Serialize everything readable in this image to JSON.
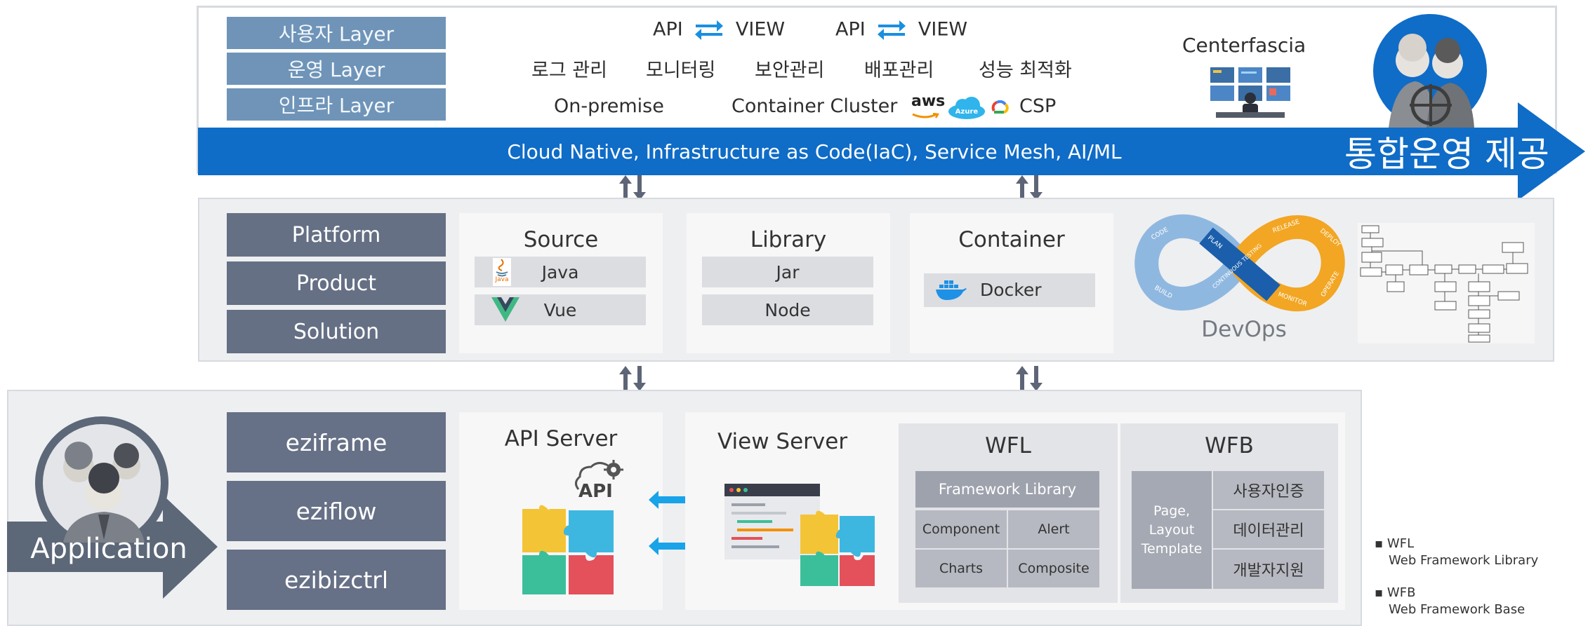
{
  "top": {
    "layers": [
      "사용자 Layer",
      "운영 Layer",
      "인프라 Layer"
    ],
    "api_view": [
      {
        "api": "API",
        "view": "VIEW"
      },
      {
        "api": "API",
        "view": "VIEW"
      }
    ],
    "mgmt_items": [
      "로그 관리",
      "모니터링",
      "보안관리",
      "배포관리",
      "성능 최적화"
    ],
    "on_premise": "On-premise",
    "container_cluster": "Container Cluster",
    "aws": "aws",
    "azure": "Azure",
    "csp": "CSP",
    "centerfascia": "Centerfascia",
    "cloud_bar": "Cloud Native, Infrastructure as Code(IaC), Service Mesh, AI/ML",
    "integrated": "통합운영 제공"
  },
  "middle": {
    "levels": [
      "Platform",
      "Product",
      "Solution"
    ],
    "source": {
      "title": "Source",
      "items": [
        "Java",
        "Vue"
      ],
      "java_logo_text": "Java"
    },
    "library": {
      "title": "Library",
      "items": [
        "Jar",
        "Node"
      ]
    },
    "container": {
      "title": "Container",
      "items": [
        "Docker"
      ]
    },
    "devops": {
      "label": "DevOps",
      "stages": [
        "CODE",
        "PLAN",
        "BUILD",
        "CONTINUOUS TESTING",
        "RELEASE",
        "DEPLOY",
        "OPERATE",
        "MONITOR"
      ]
    }
  },
  "bottom": {
    "application": "Application",
    "frameworks": [
      "eziframe",
      "eziflow",
      "ezibizctrl"
    ],
    "api_server": {
      "title": "API Server",
      "icon_text": "API"
    },
    "view_server": {
      "title": "View Server"
    },
    "wfl": {
      "title": "WFL",
      "header": "Framework Library",
      "cells": [
        "Component",
        "Alert",
        "Charts",
        "Composite"
      ]
    },
    "wfb": {
      "title": "WFB",
      "side": "Page, Layout Template",
      "items": [
        "사용자인증",
        "데이터관리",
        "개발자지원"
      ]
    }
  },
  "legend": [
    {
      "abbr": "WFL",
      "full": "Web Framework Library"
    },
    {
      "abbr": "WFB",
      "full": "Web Framework Base"
    }
  ],
  "colors": {
    "primary_blue": "#0f6cc7",
    "layer_blue": "#6f94b8",
    "slate": "#657085",
    "panel_gray": "#eeeff1",
    "arrow_cyan": "#19a3e8"
  }
}
